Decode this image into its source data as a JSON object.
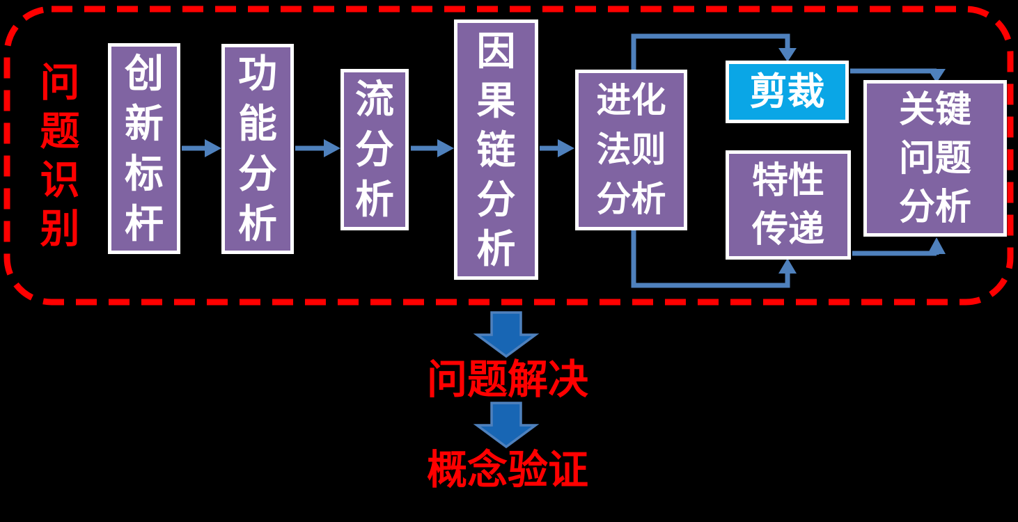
{
  "diagram": {
    "stage_label": "问\n题\n识\n别",
    "boxes": {
      "innovation_benchmark": "创\n新\n标\n杆",
      "function_analysis": "功\n能\n分\n析",
      "flow_analysis": "流\n分\n析",
      "causal_chain_analysis": "因\n果\n链\n分\n析",
      "evolution_law_analysis": "进化\n法则\n分析",
      "trimming": "剪裁",
      "characteristic_transfer": "特性\n传递",
      "key_problem_analysis": "关键\n问题\n分析"
    },
    "bottom": {
      "problem_solving": "问题解决",
      "concept_verification": "概念验证"
    },
    "colors": {
      "background": "#000000",
      "box_fill_purple": "#8064A2",
      "box_fill_cyan": "#0AA6E6",
      "box_border": "#FFFFFF",
      "box_text": "#FFFFFF",
      "connector_blue": "#4F81BD",
      "block_arrow_fill": "#1866B4",
      "block_arrow_stroke": "#4F81BD",
      "accent_red": "#FF0000"
    }
  }
}
